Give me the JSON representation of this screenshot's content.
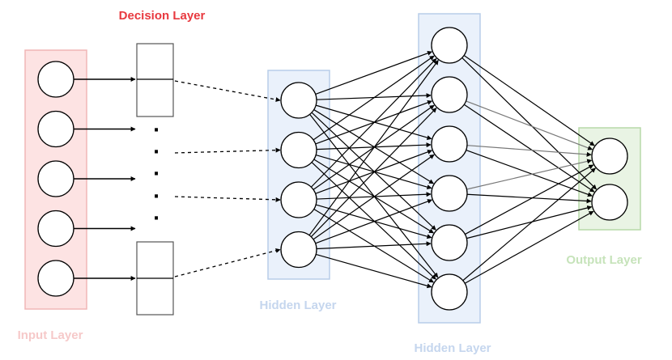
{
  "labels": {
    "decision": "Decision Layer",
    "input": "Input Layer",
    "hidden1": "Hidden Layer",
    "hidden2": "Hidden Layer",
    "output": "Output Layer"
  },
  "ellipsis": "·",
  "colors": {
    "decision_label": "#e8393f",
    "input_fill": "#fde3e3",
    "input_stroke": "#f0b6b6",
    "input_label": "#f6c9c9",
    "hidden_fill": "#eaf1fb",
    "hidden_stroke": "#b8cde9",
    "hidden_label": "#c5d6ee",
    "output_fill": "#e9f4e4",
    "output_stroke": "#b7d9a8",
    "output_label": "#c6e3ba",
    "decision_box_stroke": "#555555",
    "edge": "#000000",
    "edge_grey": "#777777"
  },
  "network": {
    "input_nodes": 5,
    "decision_boxes": 2,
    "ellipsis_dots": 5,
    "hidden1_nodes": 4,
    "hidden2_nodes": 6,
    "output_nodes": 2
  }
}
